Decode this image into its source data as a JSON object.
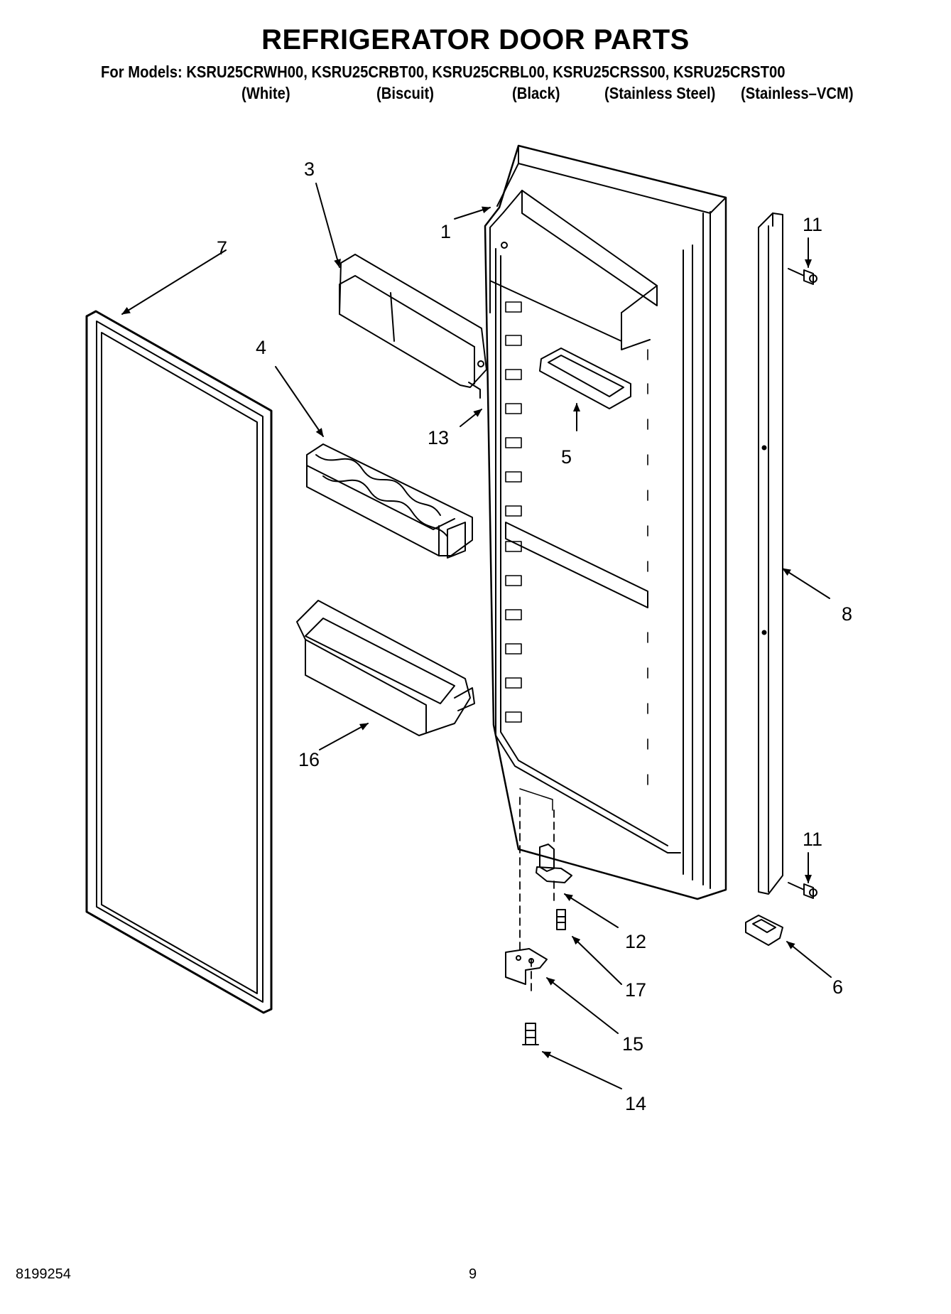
{
  "header": {
    "title": "REFRIGERATOR DOOR PARTS",
    "models_line": "For Models: KSRU25CRWH00, KSRU25CRBT00, KSRU25CRBL00, KSRU25CRSS00, KSRU25CRST00",
    "variants": [
      "(White)",
      "(Biscuit)",
      "(Black)",
      "(Stainless Steel)",
      "(Stainless–VCM)"
    ]
  },
  "callouts": {
    "door": "1",
    "dairy_door": "3",
    "egg_tray": "4",
    "small_bin": "5",
    "hinge_cover": "6",
    "gasket": "7",
    "handle_trim": "8",
    "trim_screw_top": "11",
    "trim_screw_bottom": "11",
    "hinge_pin": "12",
    "dairy_hinge": "13",
    "bottom_screw": "14",
    "bottom_hinge": "15",
    "large_bin": "16",
    "hinge_screw": "17"
  },
  "footer": {
    "doc_number": "8199254",
    "page_number": "9"
  }
}
